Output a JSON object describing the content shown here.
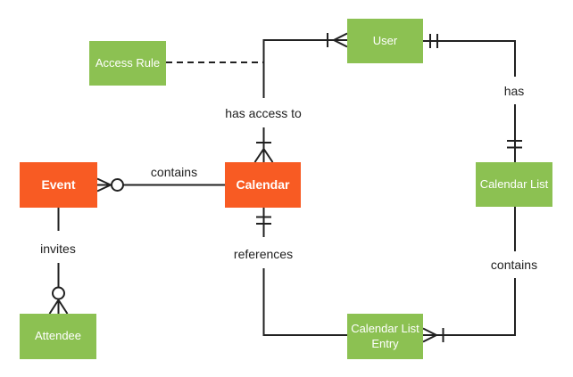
{
  "diagram": {
    "type": "entity-relationship",
    "notation": "crow's foot",
    "colors": {
      "entity_green": "#8CC152",
      "entity_orange": "#F85B23",
      "entity_text": "#FFFFFF",
      "line": "#212121",
      "label_text": "#212121",
      "background": "#FFFFFF"
    },
    "entities": [
      {
        "id": "access_rule",
        "label": "Access Rule",
        "color": "green"
      },
      {
        "id": "user",
        "label": "User",
        "color": "green"
      },
      {
        "id": "event",
        "label": "Event",
        "color": "orange"
      },
      {
        "id": "calendar",
        "label": "Calendar",
        "color": "orange"
      },
      {
        "id": "calendar_list",
        "label": "Calendar List",
        "color": "green"
      },
      {
        "id": "attendee",
        "label": "Attendee",
        "color": "green"
      },
      {
        "id": "calendar_list_entry",
        "label": "Calendar List Entry",
        "color": "green"
      }
    ],
    "relationships": [
      {
        "label": "contains",
        "from": "Event",
        "to": "Calendar",
        "event_end": "zero-or-many (circle + crow's foot)",
        "calendar_end": "plain"
      },
      {
        "label": "has access to",
        "from": "Calendar",
        "to": "User",
        "calendar_end": "one-or-many (bar + crow's foot)",
        "user_end": "one-or-many (bar + crow's foot)"
      },
      {
        "label": "has",
        "from": "User",
        "to": "Calendar List",
        "user_end": "one-and-only-one (double bar)",
        "calendar_list_end": "one-and-only-one (double bar)"
      },
      {
        "label": "contains",
        "from": "Calendar List",
        "to": "Calendar List Entry",
        "entry_end": "one-or-many (bar + crow's foot)"
      },
      {
        "label": "references",
        "from": "Calendar",
        "to": "Calendar List Entry",
        "calendar_end": "one-and-only-one (double bar)",
        "entry_end": "plain"
      },
      {
        "label": "invites",
        "from": "Event",
        "to": "Attendee",
        "attendee_end": "zero-or-many (circle + crow's foot)"
      },
      {
        "label": "",
        "from": "Access Rule",
        "to": "has-access-to connector",
        "style": "dashed"
      }
    ]
  }
}
